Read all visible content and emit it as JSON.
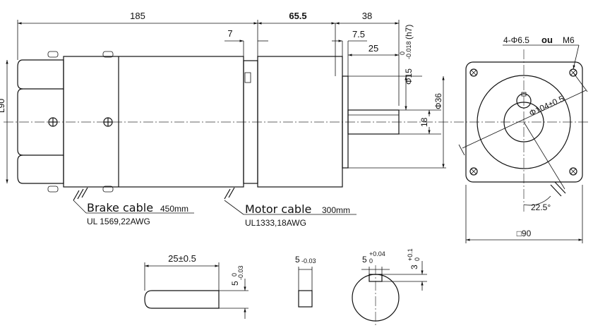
{
  "dimensions": {
    "overall_length": "185",
    "mid_length": "65.5",
    "shaft_total": "38",
    "flange_gap": "7",
    "shaft_step": "7.5",
    "shaft_key_len": "25",
    "shaft_dia": "Φ15",
    "shaft_dia_tol_upper": "0",
    "shaft_dia_tol_lower": "-0.018",
    "shaft_dia_fit": "(h7)",
    "pilot_dia": "Φ36",
    "shaft_height": "18",
    "body_height_partial": "L90",
    "mount_holes": "4-Φ6.5",
    "mount_or": "ou",
    "mount_thread": "M6",
    "pcd": "Φ104±0.5",
    "cable_angle": "22.5°",
    "square": "□90",
    "key_length": "25±0.5",
    "key_width_a": "5",
    "key_width_a_tol_upper": "0",
    "key_width_a_tol_lower": "-0.03",
    "key_width_b": "5",
    "key_width_b_tol": "-0.03",
    "keyway_width": "5",
    "keyway_width_tol_upper": "+0.04",
    "keyway_width_tol_lower": "0",
    "keyway_depth": "3",
    "keyway_depth_tol_upper": "+0.1",
    "keyway_depth_tol_lower": "0"
  },
  "cables": {
    "brake_label": "Brake cable",
    "brake_length": "450mm",
    "brake_spec": "UL 1569,22AWG",
    "motor_label": "Motor cable",
    "motor_length": "300mm",
    "motor_spec": "UL1333,18AWG"
  }
}
